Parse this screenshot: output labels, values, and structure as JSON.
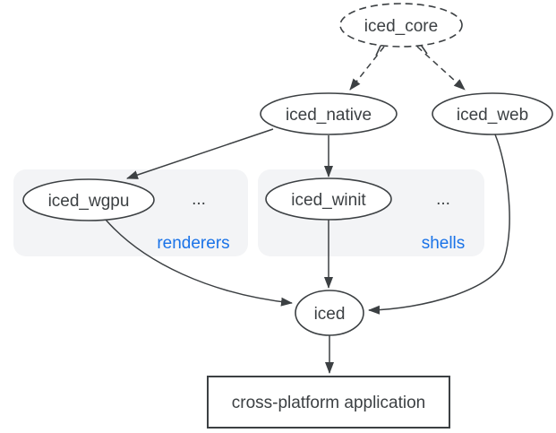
{
  "diagram": {
    "nodes": {
      "core": {
        "label": "iced_core"
      },
      "native": {
        "label": "iced_native"
      },
      "web": {
        "label": "iced_web"
      },
      "wgpu": {
        "label": "iced_wgpu"
      },
      "winit": {
        "label": "iced_winit"
      },
      "iced": {
        "label": "iced"
      },
      "app": {
        "label": "cross-platform application"
      }
    },
    "groups": {
      "renderers": {
        "label": "renderers",
        "ellipsis": "..."
      },
      "shells": {
        "label": "shells",
        "ellipsis": "..."
      }
    },
    "colors": {
      "ink": "#3c4043",
      "accent_blue": "#1a73e8",
      "group_background": "#f3f4f6",
      "node_fill": "#ffffff"
    }
  }
}
